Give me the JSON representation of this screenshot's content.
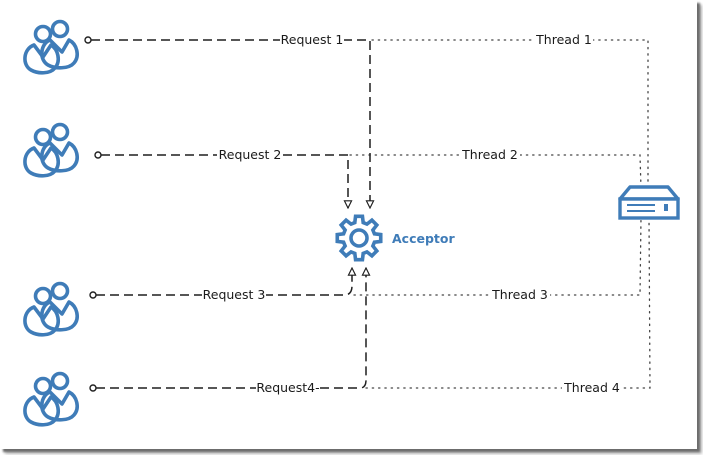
{
  "diagram": {
    "title": "Acceptor thread model",
    "colors": {
      "icon": "#3F7CB8",
      "line": "#1F1F1F",
      "text": "#1A1A1A",
      "background": "#FFFFFF"
    },
    "clients": [
      {
        "id": "client-1",
        "icon": "users-icon"
      },
      {
        "id": "client-2",
        "icon": "users-icon"
      },
      {
        "id": "client-3",
        "icon": "users-icon"
      },
      {
        "id": "client-4",
        "icon": "users-icon"
      }
    ],
    "requests": [
      {
        "label": "Request 1",
        "from": "client-1",
        "to": "acceptor"
      },
      {
        "label": "Request 2",
        "from": "client-2",
        "to": "acceptor"
      },
      {
        "label": "Request 3",
        "from": "client-3",
        "to": "acceptor"
      },
      {
        "label": "Request4-",
        "from": "client-4",
        "to": "acceptor"
      }
    ],
    "acceptor": {
      "label": "Acceptor",
      "icon": "gear-icon"
    },
    "threads": [
      {
        "label": "Thread 1",
        "to": "server"
      },
      {
        "label": "Thread 2",
        "to": "server"
      },
      {
        "label": "Thread 3",
        "to": "server"
      },
      {
        "label": "Thread 4",
        "to": "server"
      }
    ],
    "server": {
      "icon": "server-icon"
    }
  }
}
